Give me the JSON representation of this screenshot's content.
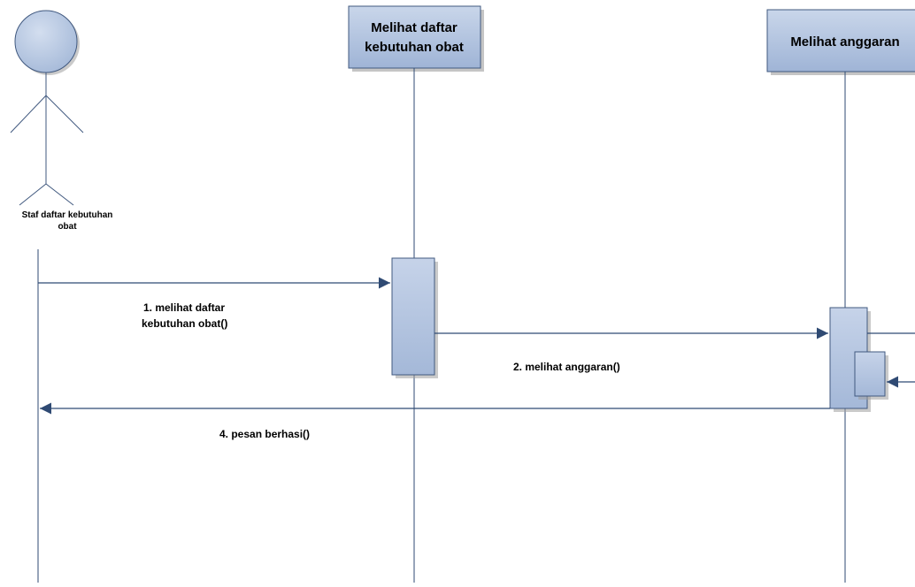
{
  "actor": {
    "name_lines": [
      "Staf daftar kebutuhan",
      "obat"
    ]
  },
  "lifelines": [
    {
      "id": "daftar",
      "title_lines": [
        "Melihat daftar",
        "kebutuhan obat"
      ]
    },
    {
      "id": "anggaran",
      "title_lines": [
        "Melihat anggaran"
      ]
    }
  ],
  "messages": [
    {
      "id": "m1",
      "label_lines": [
        "1. melihat daftar",
        "kebutuhan obat()"
      ],
      "from": "actor",
      "to": "daftar",
      "kind": "call"
    },
    {
      "id": "m2",
      "label_lines": [
        "2. melihat anggaran()"
      ],
      "from": "daftar",
      "to": "anggaran",
      "kind": "call"
    },
    {
      "id": "m4",
      "label_lines": [
        "4. pesan berhasi()"
      ],
      "from": "anggaran",
      "to": "actor",
      "kind": "return"
    }
  ],
  "colors": {
    "box_fill": "#B9C9E2",
    "box_stroke": "#41597F",
    "line": "#2F4A73",
    "actor_head": "#B9C9E2",
    "shadow": "#9E9E9E",
    "text": "#000000"
  }
}
